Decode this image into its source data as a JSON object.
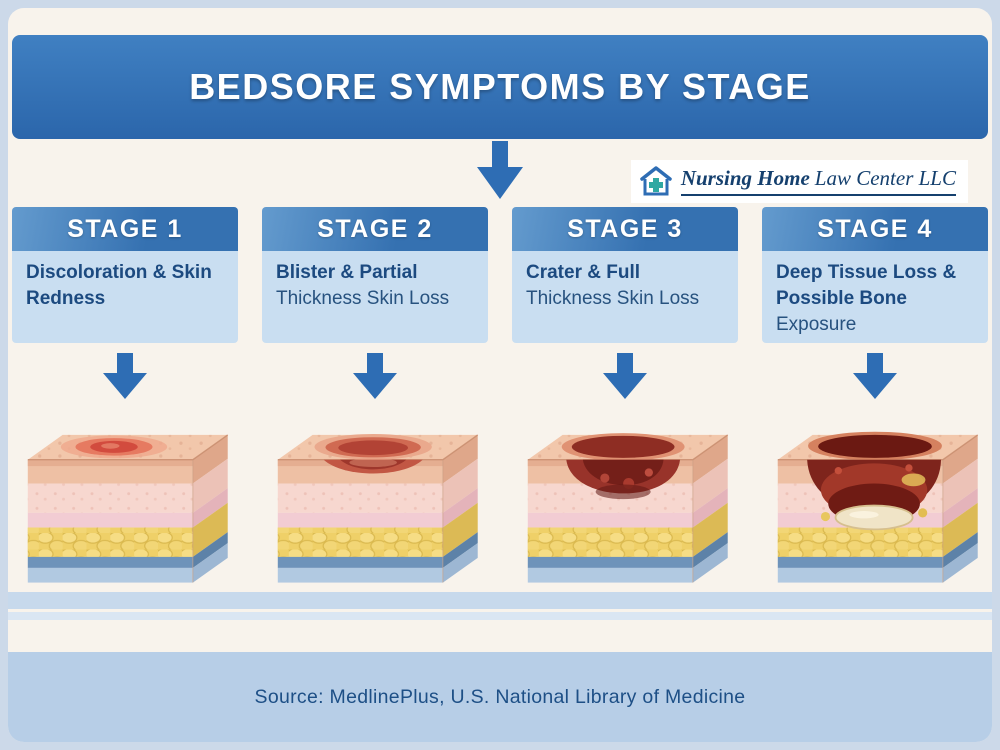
{
  "title": "BEDSORE SYMPTOMS BY STAGE",
  "logo": {
    "name": "Nursing Home",
    "suffix": "Law Center LLC"
  },
  "stages": [
    {
      "label": "STAGE 1",
      "desc_strong": "Discoloration & Skin Redness",
      "desc_rest": ""
    },
    {
      "label": "STAGE 2",
      "desc_strong": "Blister & Partial",
      "desc_rest": "Thickness Skin Loss"
    },
    {
      "label": "STAGE 3",
      "desc_strong": "Crater & Full",
      "desc_rest": "Thickness Skin Loss"
    },
    {
      "label": "STAGE 4",
      "desc_strong": "Deep Tissue Loss & Possible Bone",
      "desc_rest": "Exposure"
    }
  ],
  "footer": {
    "source": "Source: MedlinePlus, U.S. National Library of Medicine"
  },
  "icons": {
    "down_arrow": "▼",
    "logo_icon": "house-with-medical-cross"
  },
  "colors": {
    "accent_blue": "#2e6db4",
    "header_blue": "#2f6fb3",
    "stage_header_blue": "#3f7cba",
    "description_light_blue": "#c9def1",
    "footer_band": "#b7cee7",
    "frame_blue": "#ccd9e9",
    "background_cream": "#f8f3ec",
    "wound_red": "#b24335",
    "deep_wound_red": "#6f1b14",
    "fat_yellow": "#efd068",
    "bone_cream": "#f0e4c7"
  }
}
